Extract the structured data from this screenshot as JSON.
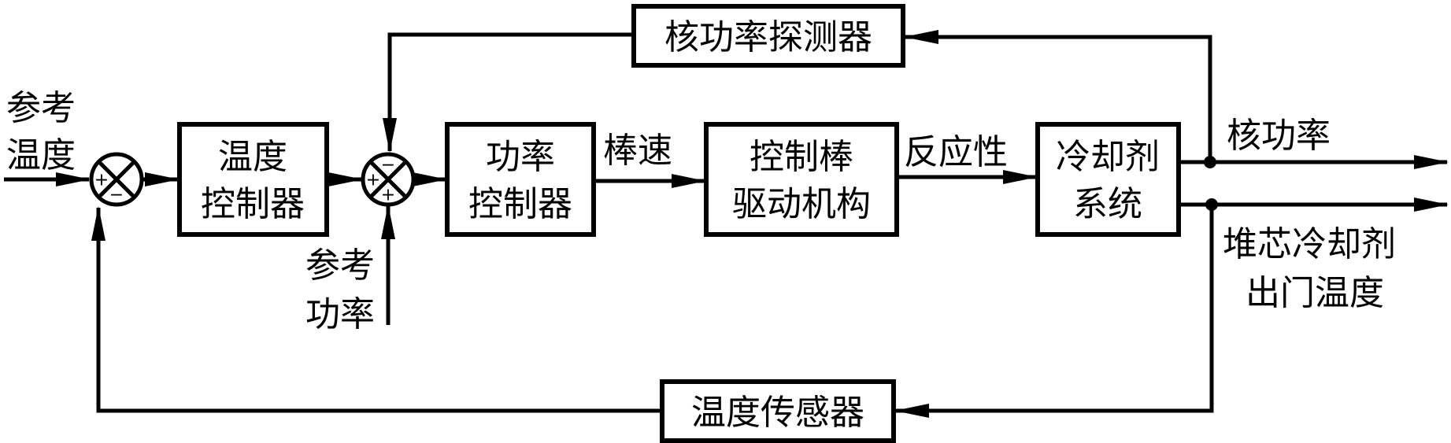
{
  "diagram": {
    "title": "",
    "blocks": {
      "temp_controller": [
        "温度",
        "控制器"
      ],
      "power_controller": [
        "功率",
        "控制器"
      ],
      "rod_drive": [
        "控制棒",
        "驱动机构"
      ],
      "coolant_system": [
        "冷却剂",
        "系统"
      ],
      "power_detector": [
        "核功率探测器"
      ],
      "temp_sensor": [
        "温度传感器"
      ]
    },
    "signals": {
      "ref_temp": [
        "参考",
        "温度"
      ],
      "ref_power": [
        "参考",
        "功率"
      ],
      "rod_speed": "棒速",
      "reactivity": "反应性",
      "nuclear_power": "核功率",
      "outlet_temp": [
        "堆芯冷却剂",
        "出门温度"
      ]
    },
    "summers": {
      "sum1": {
        "left": "+",
        "bottom": "−"
      },
      "sum2": {
        "left": "+",
        "top": "−",
        "bottom": "+"
      }
    }
  }
}
